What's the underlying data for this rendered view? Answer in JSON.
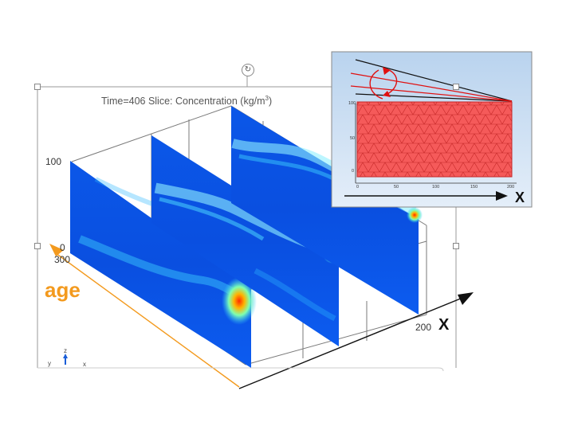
{
  "plot": {
    "title_prefix": "Time=406   Slice: Concentration (kg/m",
    "title_sup": "3",
    "title_suffix": ")",
    "tick_100": "100",
    "tick_300": "300",
    "tick_200": "200",
    "tick_0": "0"
  },
  "labels": {
    "age": "age",
    "x_main": "X",
    "x_inset": "X"
  },
  "inset": {
    "y_ticks": [
      "100",
      "50",
      "0"
    ],
    "x_ticks": [
      "0",
      "50",
      "100",
      "150",
      "200"
    ]
  },
  "triad": {
    "z": "z",
    "y": "y",
    "x": "x"
  },
  "colors": {
    "slice_base": "#0a4fe0",
    "mesh_fill": "#f55a5a",
    "mesh_line": "#c62828",
    "arrow_red": "#e01010",
    "age_orange": "#f39a1e",
    "inset_bg": "#c7dcf1"
  }
}
